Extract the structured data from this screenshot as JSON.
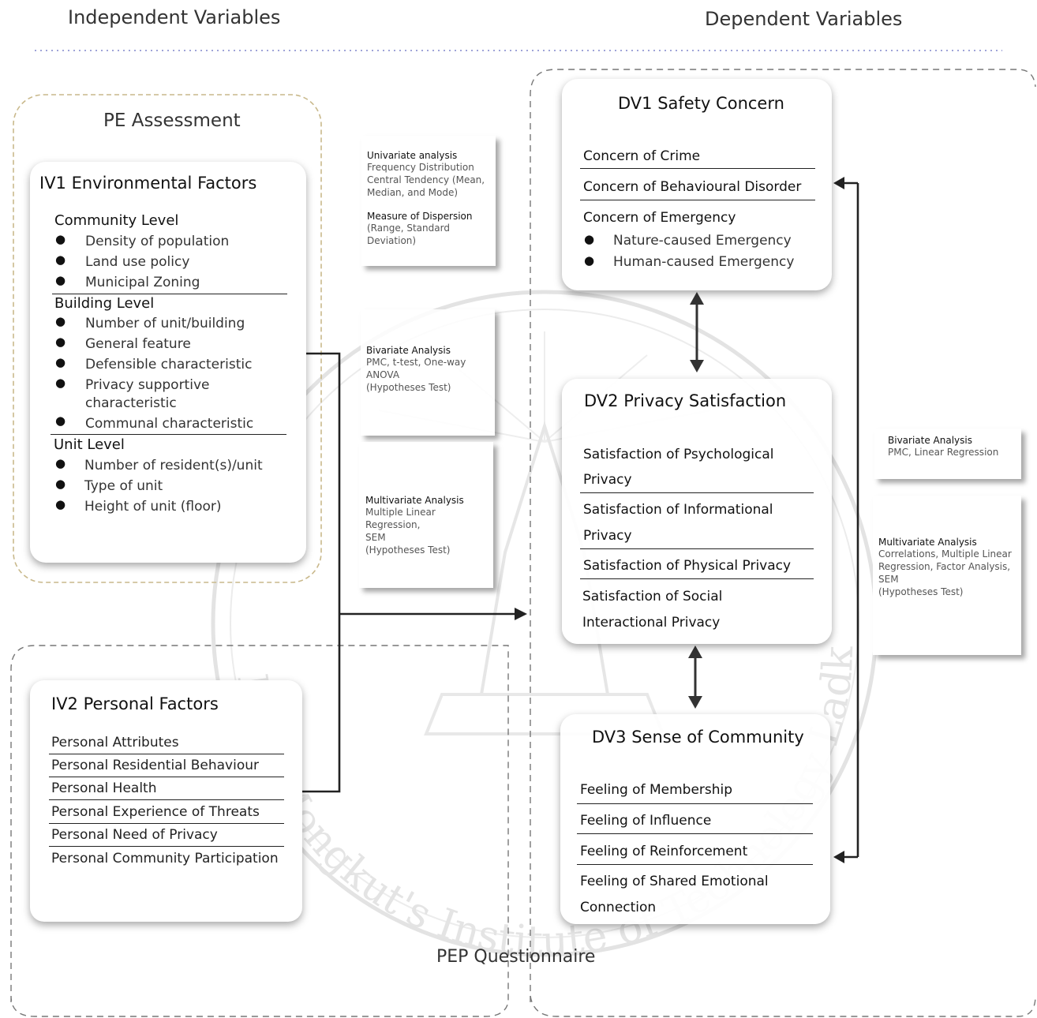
{
  "headers": {
    "independent": "Independent Variables",
    "dependent": "Dependent Variables",
    "pe_assessment": "PE Assessment",
    "pep_questionnaire": "PEP Questionnaire"
  },
  "iv1": {
    "title": "IV1 Environmental Factors",
    "community": {
      "label": "Community Level",
      "items": [
        "Density of population",
        "Land use policy",
        "Municipal Zoning"
      ]
    },
    "building": {
      "label": "Building Level",
      "items": [
        "Number of unit/building",
        "General feature",
        "Defensible characteristic",
        "Privacy supportive",
        "characteristic",
        "Communal characteristic"
      ]
    },
    "unit": {
      "label": "Unit Level",
      "items": [
        "Number of resident(s)/unit",
        "Type of unit",
        "Height of unit (floor)"
      ]
    }
  },
  "iv2": {
    "title": "IV2 Personal Factors",
    "items": [
      "Personal Attributes",
      "Personal Residential Behaviour",
      "Personal Health",
      "Personal Experience of Threats",
      "Personal Need of Privacy",
      "Personal Community Participation"
    ]
  },
  "dv1": {
    "title": "DV1 Safety Concern",
    "items": [
      "Concern of Crime",
      "Concern of Behavioural Disorder",
      "Concern of Emergency"
    ],
    "sub": [
      "Nature-caused Emergency",
      "Human-caused Emergency"
    ]
  },
  "dv2": {
    "title": "DV2 Privacy Satisfaction",
    "lines": [
      "Satisfaction of Psychological",
      "Privacy",
      "Satisfaction of Informational",
      "Privacy",
      "Satisfaction of Physical Privacy",
      "Satisfaction of Social",
      "Interactional Privacy"
    ]
  },
  "dv3": {
    "title": "DV3 Sense of Community",
    "lines": [
      "Feeling of Membership",
      "Feeling of Influence",
      "Feeling of Reinforcement",
      "Feeling of Shared Emotional",
      "Connection"
    ]
  },
  "analysis": {
    "univariate": {
      "head": "Univariate analysis",
      "body": [
        "Frequency Distribution",
        "Central Tendency  (Mean,",
        "Median, and Mode)"
      ],
      "head2": "Measure of Dispersion",
      "body2": [
        "(Range, Standard",
        "Deviation)"
      ]
    },
    "bivariate_left": {
      "head": "Bivariate Analysis",
      "body": [
        "PMC, t-test, One-way",
        "ANOVA",
        "(Hypotheses Test)"
      ]
    },
    "multivariate_left": {
      "head": "Multivariate Analysis",
      "body": [
        "Multiple Linear Regression,",
        "SEM",
        "(Hypotheses Test)"
      ]
    },
    "bivariate_right": {
      "head": "Bivariate Analysis",
      "body": [
        "PMC, Linear Regression"
      ]
    },
    "multivariate_right": {
      "head": "Multivariate Analysis",
      "body": [
        "Correlations, Multiple Linear",
        "Regression, Factor Analysis,",
        "SEM",
        "(Hypotheses Test)"
      ]
    }
  },
  "watermark": "King Mongkut's Institute of Technology Ladkrabang"
}
